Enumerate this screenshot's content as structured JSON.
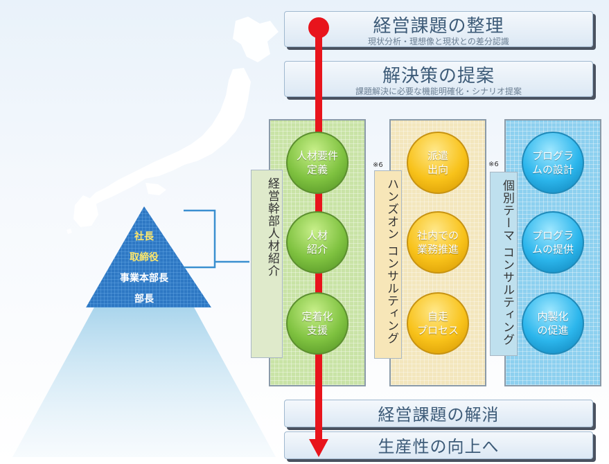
{
  "banners": {
    "top1": {
      "title": "経営課題の整理",
      "sub": "現状分析・理想像と現状との差分認識"
    },
    "top2": {
      "title": "解決策の提案",
      "sub": "課題解決に必要な機能明確化・シナリオ提案"
    },
    "bottom1": {
      "title": "経営課題の解消"
    },
    "bottom2": {
      "title": "生産性の向上へ"
    }
  },
  "pyramid": {
    "levels": [
      {
        "label": "社長",
        "color": "#ffe86b"
      },
      {
        "label": "取締役",
        "color": "#ffe86b"
      },
      {
        "label": "事業本部長",
        "color": "#ffffff"
      },
      {
        "label": "部長",
        "color": "#ffffff"
      }
    ]
  },
  "columns": [
    {
      "side_label": "経営幹部人材紹介",
      "note": "",
      "items": [
        "人材要件\n定義",
        "人材\n紹介",
        "定着化\n支援"
      ]
    },
    {
      "side_label": "ハンズオン コンサルティング",
      "note": "※6",
      "items": [
        "派遣\n出向",
        "社内での\n業務推進",
        "自走\nプロセス"
      ]
    },
    {
      "side_label": "個別テーマ コンサルティング",
      "note": "※6",
      "items": [
        "プログラ\nムの設計",
        "プログラ\nムの提供",
        "内製化\nの促進"
      ]
    }
  ],
  "colors": {
    "arrow": "#e8141c",
    "green": "#7fc240",
    "yellow": "#f8c21a",
    "blue": "#2cb6ec"
  }
}
